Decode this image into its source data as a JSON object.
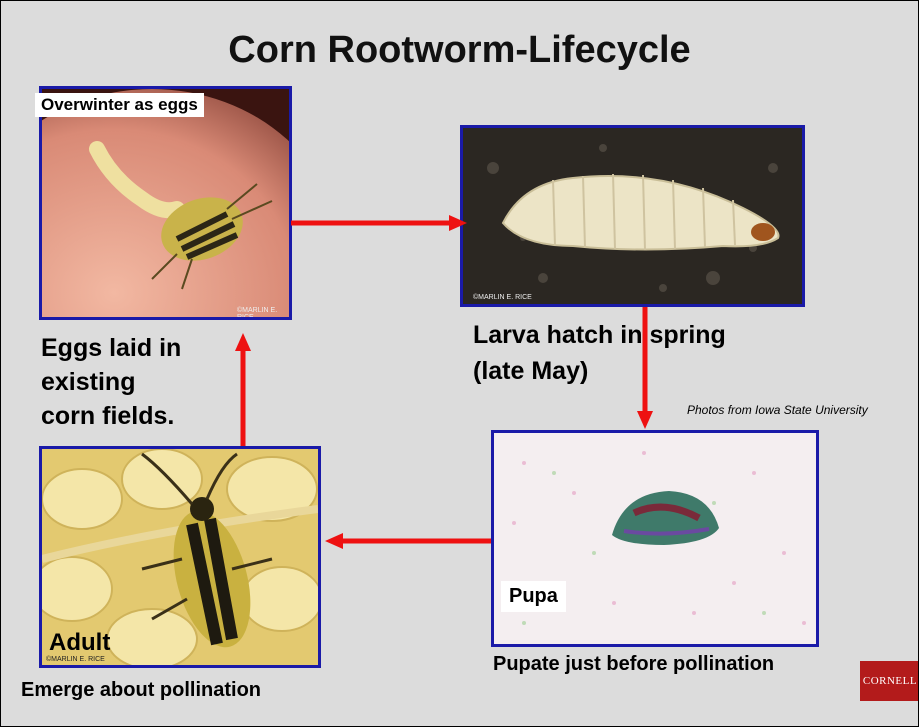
{
  "title": "Corn Rootworm-Lifecycle",
  "stages": {
    "eggs": {
      "label": "Overwinter as eggs",
      "caption_lines": [
        "Eggs laid in",
        "existing",
        "corn fields."
      ],
      "credit": "©MARLIN E. RICE"
    },
    "larva": {
      "caption_lines": [
        "Larva hatch in spring",
        "(late May)"
      ],
      "credit": "©MARLIN E. RICE"
    },
    "pupa": {
      "label": "Pupa",
      "caption": "Pupate just before pollination"
    },
    "adult": {
      "label": "Adult",
      "caption": "Emerge about pollination",
      "credit": "©MARLIN E. RICE"
    }
  },
  "photo_credit_note": "Photos from Iowa State University",
  "logo": "CORNELL",
  "colors": {
    "arrow": "#ee1111",
    "frame": "#1a1aa8",
    "background": "#dcdcdc"
  }
}
